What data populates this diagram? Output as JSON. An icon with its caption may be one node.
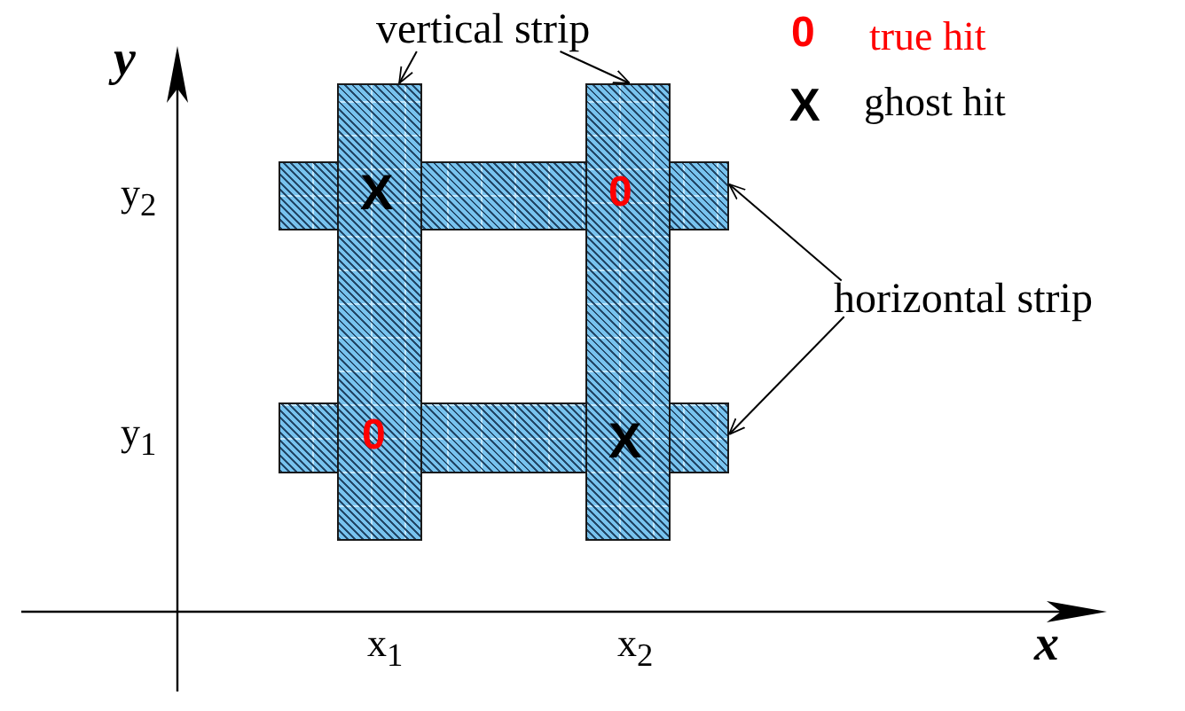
{
  "diagram": {
    "nodes": [
      {
        "text": [
          "vertical strip"
        ]
      },
      {
        "text": [],
        "shape": "bar"
      },
      {
        "text": [],
        "shape": "bar"
      },
      {
        "text": [
          "horizontal strip"
        ]
      },
      {
        "text": [],
        "shape": "bar"
      },
      {
        "text": [],
        "shape": "bar"
      }
    ],
    "edges": [
      {
        "from": 0,
        "to": 1,
        "arrow": "to"
      },
      {
        "from": 0,
        "to": 2,
        "arrow": "to"
      },
      {
        "from": 3,
        "to": 4,
        "arrow": "to"
      },
      {
        "from": 3,
        "to": 5,
        "arrow": "to"
      }
    ],
    "labels": [
      "0",
      "y",
      "X",
      "y$_{2}$",
      "X",
      "0",
      "y$_{1}$",
      "0",
      "X",
      "x$_{1}$",
      "x$_{2}$",
      "x"
    ],
    "legend": [
      {
        "text": "true hit"
      },
      {
        "text": "ghost hit"
      }
    ]
  }
}
